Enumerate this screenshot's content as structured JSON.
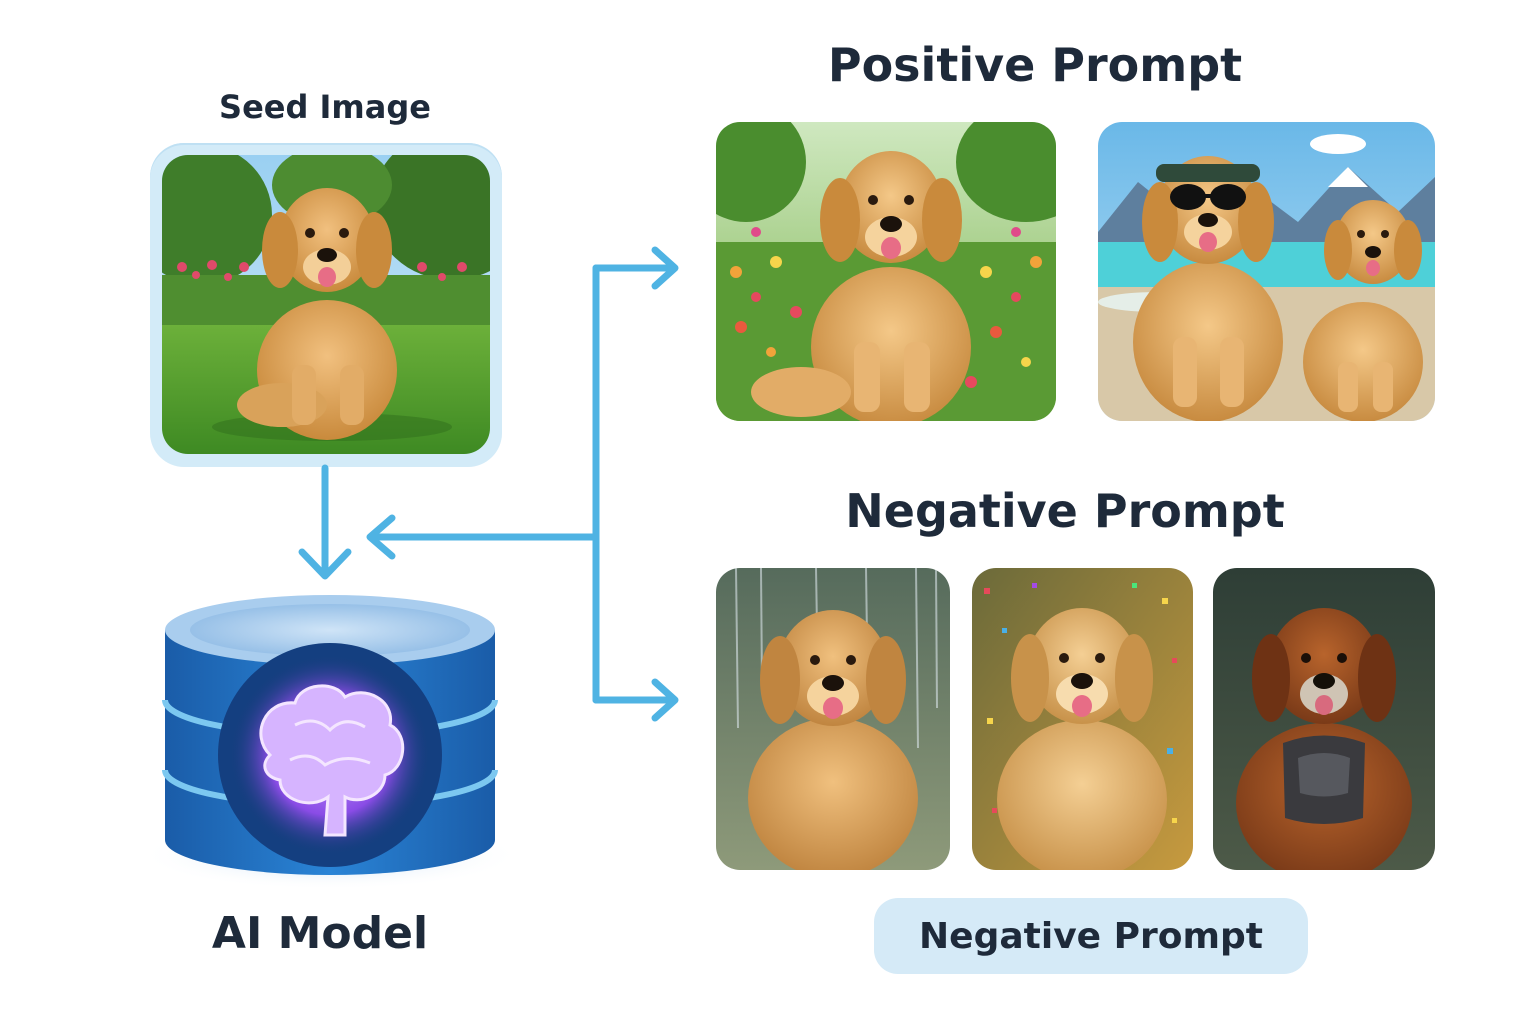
{
  "seed": {
    "title": "Seed Image"
  },
  "positive": {
    "title": "Positive Prompt",
    "images": [
      "golden-retriever-in-flower-meadow",
      "golden-retrievers-on-beach-with-sunglasses"
    ]
  },
  "negative": {
    "title": "Negative Prompt",
    "images": [
      "golden-retriever-rain-streaks",
      "golden-retriever-glitter-noise",
      "dark-brown-dog-armored"
    ],
    "pill_label": "Negative Prompt"
  },
  "model": {
    "title": "AI Model",
    "icon": "brain-icon"
  },
  "colors": {
    "arrow": "#4fb3e3",
    "accent_light": "#d3ebf8",
    "db_blue": "#1f6fbf",
    "brain": "#b46cff"
  }
}
